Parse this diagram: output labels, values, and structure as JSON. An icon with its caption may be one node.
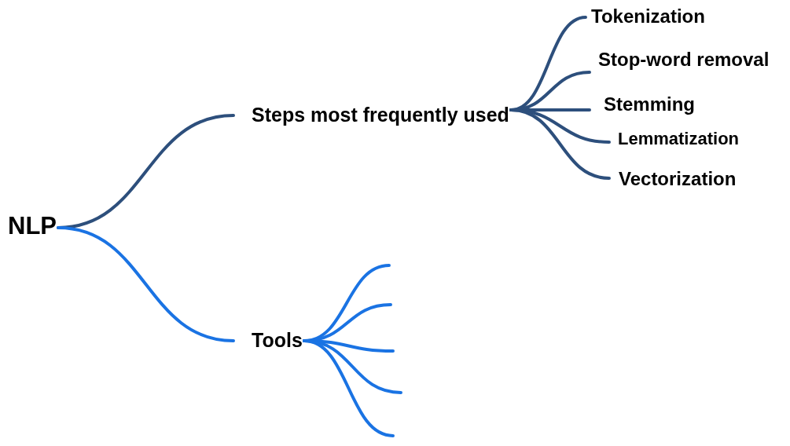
{
  "diagram": {
    "nodes": [
      {
        "text": [
          "NLP"
        ]
      },
      {
        "text": [
          "Steps most frequently used"
        ]
      },
      {
        "text": [
          "Tokenization"
        ]
      },
      {
        "text": [
          "Stop-word removal"
        ]
      },
      {
        "text": [
          "Stemming"
        ]
      },
      {
        "text": [
          "Lemmatization"
        ]
      },
      {
        "text": [
          "Vectorization"
        ]
      },
      {
        "text": [
          "Tools"
        ]
      }
    ],
    "edges": [
      {
        "from": 0,
        "to": 1,
        "arrow": "none",
        "color": "#2d4f7c"
      },
      {
        "from": 1,
        "to": 2,
        "arrow": "none",
        "color": "#2d4f7c"
      },
      {
        "from": 1,
        "to": 3,
        "arrow": "none",
        "color": "#2d4f7c"
      },
      {
        "from": 1,
        "to": 4,
        "arrow": "none",
        "color": "#2d4f7c"
      },
      {
        "from": 1,
        "to": 5,
        "arrow": "none",
        "color": "#2d4f7c"
      },
      {
        "from": 1,
        "to": 6,
        "arrow": "none",
        "color": "#2d4f7c"
      },
      {
        "from": 0,
        "to": 7,
        "arrow": "none",
        "color": "#1a73e3"
      },
      {
        "from": 7,
        "to": null,
        "arrow": "none",
        "color": "#1a73e3"
      },
      {
        "from": 7,
        "to": null,
        "arrow": "none",
        "color": "#1a73e3"
      },
      {
        "from": 7,
        "to": null,
        "arrow": "none",
        "color": "#1a73e3"
      },
      {
        "from": 7,
        "to": null,
        "arrow": "none",
        "color": "#1a73e3"
      },
      {
        "from": 7,
        "to": null,
        "arrow": "none",
        "color": "#1a73e3"
      }
    ]
  }
}
